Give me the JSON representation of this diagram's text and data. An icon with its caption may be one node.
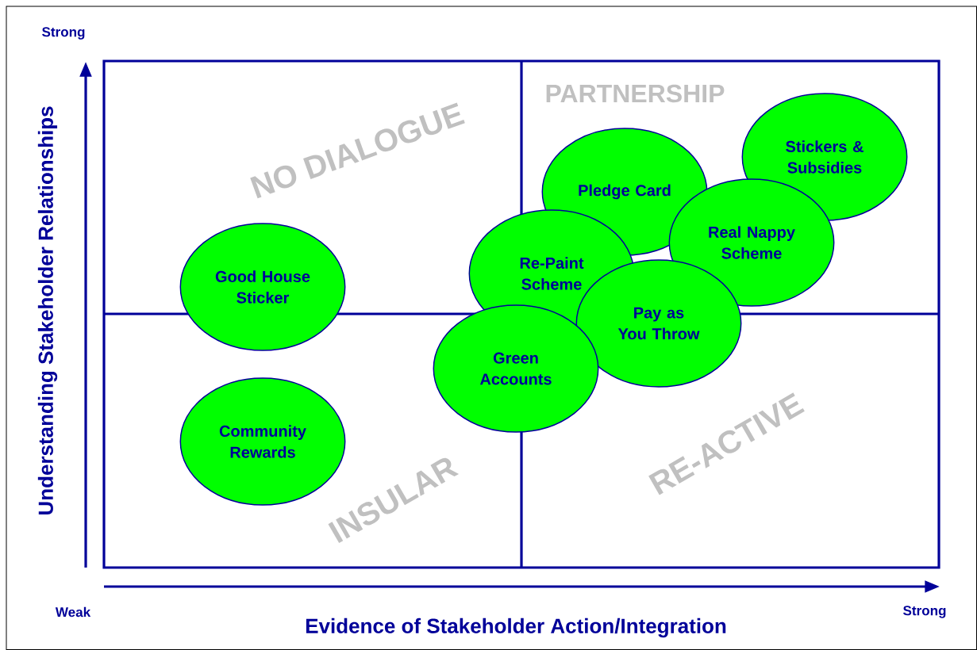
{
  "diagram": {
    "nodes": [
      {
        "text": [
          "Pledge Card"
        ]
      },
      {
        "text": [
          "Stickers & Subsidies"
        ]
      },
      {
        "text": [
          "Real Nappy Scheme"
        ]
      },
      {
        "text": [
          "Good House Sticker"
        ]
      },
      {
        "text": [
          "Re-Paint Scheme"
        ]
      },
      {
        "text": [
          "Pay as You Throw"
        ]
      },
      {
        "text": [
          "Green Accounts"
        ]
      },
      {
        "text": [
          "Community Rewards"
        ]
      }
    ],
    "edges": [],
    "labels": [
      "Strong",
      "NO DIALOGUE",
      "PARTNERSHIP",
      "INSULAR",
      "RE-ACTIVE",
      "Understanding Stakeholder Relationships",
      "Weak",
      "Strong",
      "Evidence of Stakeholder Action/Integration"
    ]
  }
}
